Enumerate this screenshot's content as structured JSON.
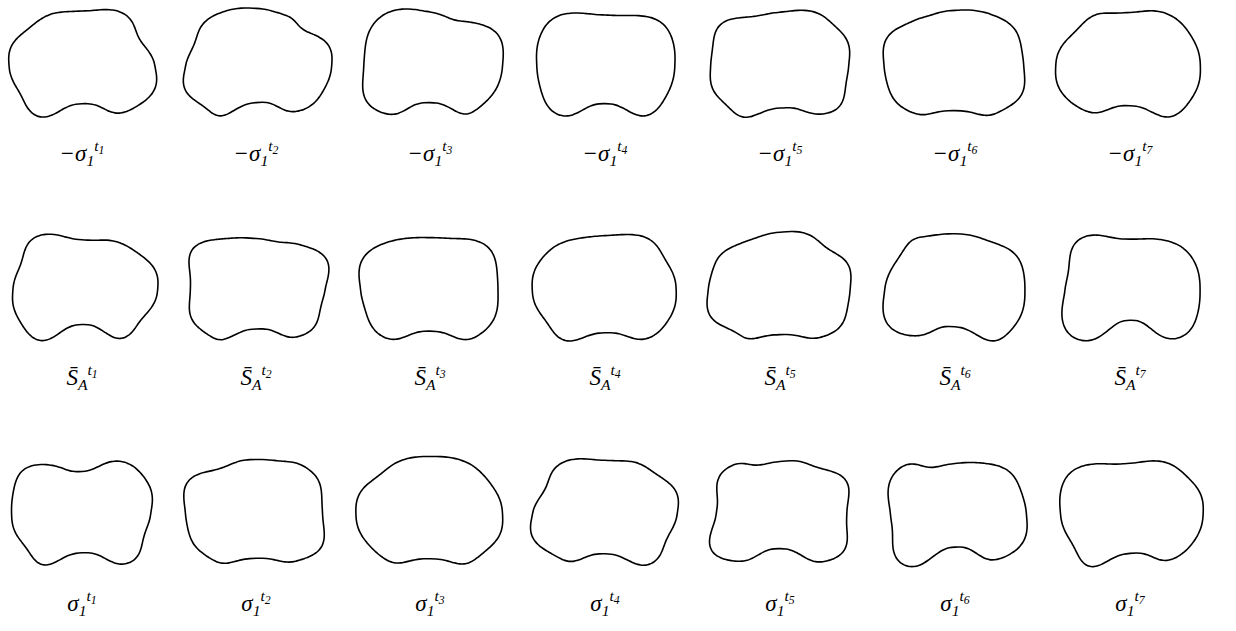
{
  "diagram": {
    "labels": [
      "−σ1t1",
      "−σ1t2",
      "−σ1t3",
      "−σ1t4",
      "−σ1t5",
      "−σ1t6",
      "−σ1t7",
      "S̄At1",
      "S̄At2",
      "S̄At3",
      "S̄At4",
      "S̄At5",
      "S̄At6",
      "S̄At7",
      "σ1t1",
      "σ1t2",
      "σ1t3",
      "σ1t4",
      "σ1t5",
      "σ1t6",
      "σ1t7"
    ]
  }
}
